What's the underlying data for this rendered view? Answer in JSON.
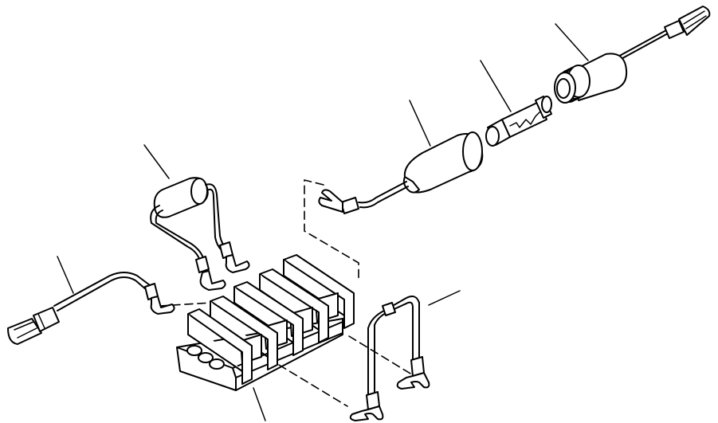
{
  "diagram": {
    "type": "exploded-parts-illustration",
    "background_color": "#ffffff",
    "line_color": "#000000",
    "parts": [
      "fuse-holder-cap",
      "fuse",
      "fuse-holder-body",
      "capacitor-lead",
      "jumper-wire",
      "terminal-block",
      "jumper-wire-u-shaped"
    ]
  }
}
